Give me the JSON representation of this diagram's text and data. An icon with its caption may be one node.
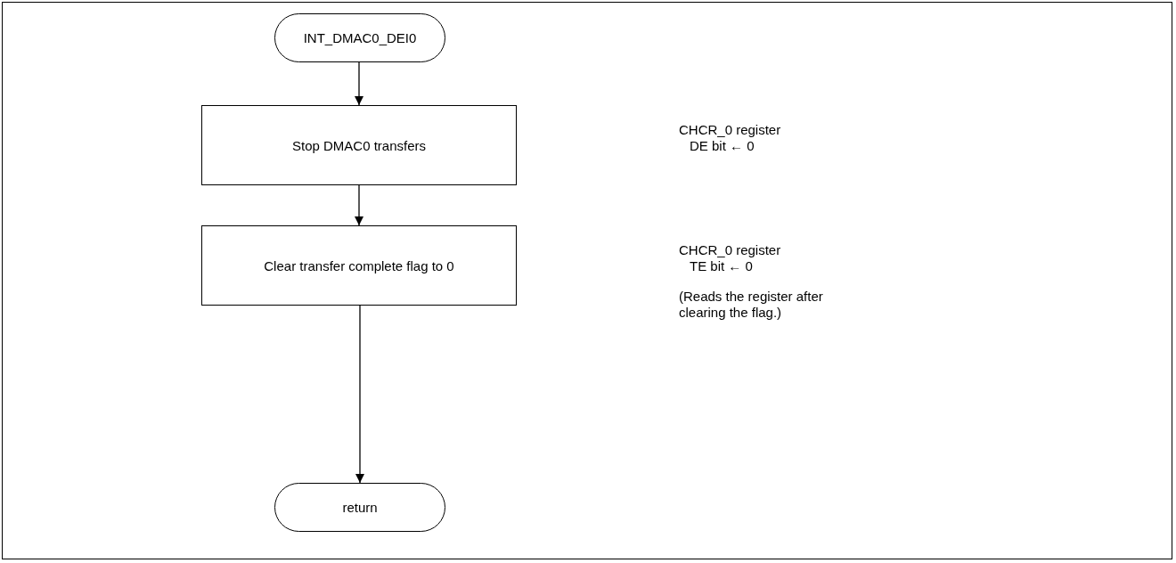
{
  "diagram": {
    "nodes": [
      {
        "text": [
          "INT_DMAC0_DEI0"
        ]
      },
      {
        "text": [
          "Stop DMAC0 transfers"
        ],
        "beside": [
          "CHCR_0 register",
          "DE bit ← 0"
        ]
      },
      {
        "text": [
          "Clear transfer complete flag to 0"
        ],
        "beside": [
          "CHCR_0 register",
          "TE bit ← 0",
          "(Reads the register after clearing the flag.)"
        ]
      },
      {
        "text": [
          "return"
        ]
      }
    ],
    "edges": [
      {
        "from": 0,
        "to": 1,
        "arrow": "to"
      },
      {
        "from": 1,
        "to": 2,
        "arrow": "to"
      },
      {
        "from": 2,
        "to": 3,
        "arrow": "to"
      }
    ]
  }
}
